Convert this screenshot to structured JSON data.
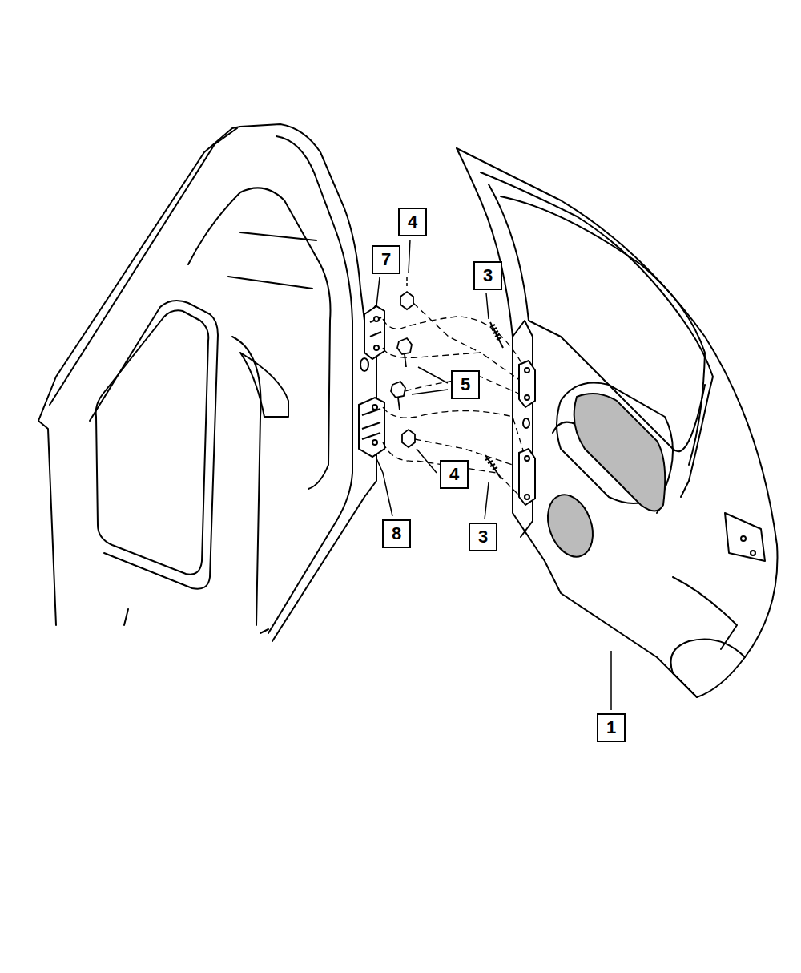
{
  "diagram": {
    "labels": [
      "4",
      "7",
      "3",
      "5",
      "4",
      "3",
      "8",
      "1"
    ]
  }
}
